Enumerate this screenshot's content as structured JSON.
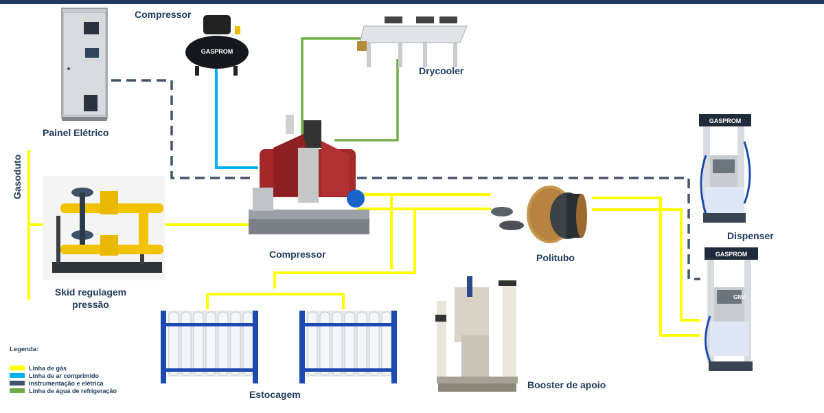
{
  "labels": {
    "compressor_air": "Compressor",
    "drycooler": "Drycooler",
    "painel": "Painel Elétrico",
    "gasoduto": "Gasoduto",
    "skid_line1": "Skid regulagem",
    "skid_line2": "pressão",
    "compressor_main": "Compressor",
    "politubo": "Politubo",
    "dispenser": "Dispenser",
    "estocagem": "Estocagem",
    "booster": "Booster de apoio"
  },
  "brand": "GASPROM",
  "dispenser_screen": "GNV",
  "legend": {
    "title": "Legenda:",
    "items": [
      {
        "label": "Linha de gás",
        "color": "#ffff00"
      },
      {
        "label": "Linha de ar comprimido",
        "color": "#00b0f0"
      },
      {
        "label": "Instrumentação e elétrica",
        "color": "#44546a"
      },
      {
        "label": "Linha de água de refrigeração",
        "color": "#70ad47"
      }
    ]
  },
  "colors": {
    "gas": "#ffff00",
    "air": "#00b0f0",
    "electric": "#44546a",
    "water": "#70ad47",
    "text": "#1f3a5a"
  }
}
